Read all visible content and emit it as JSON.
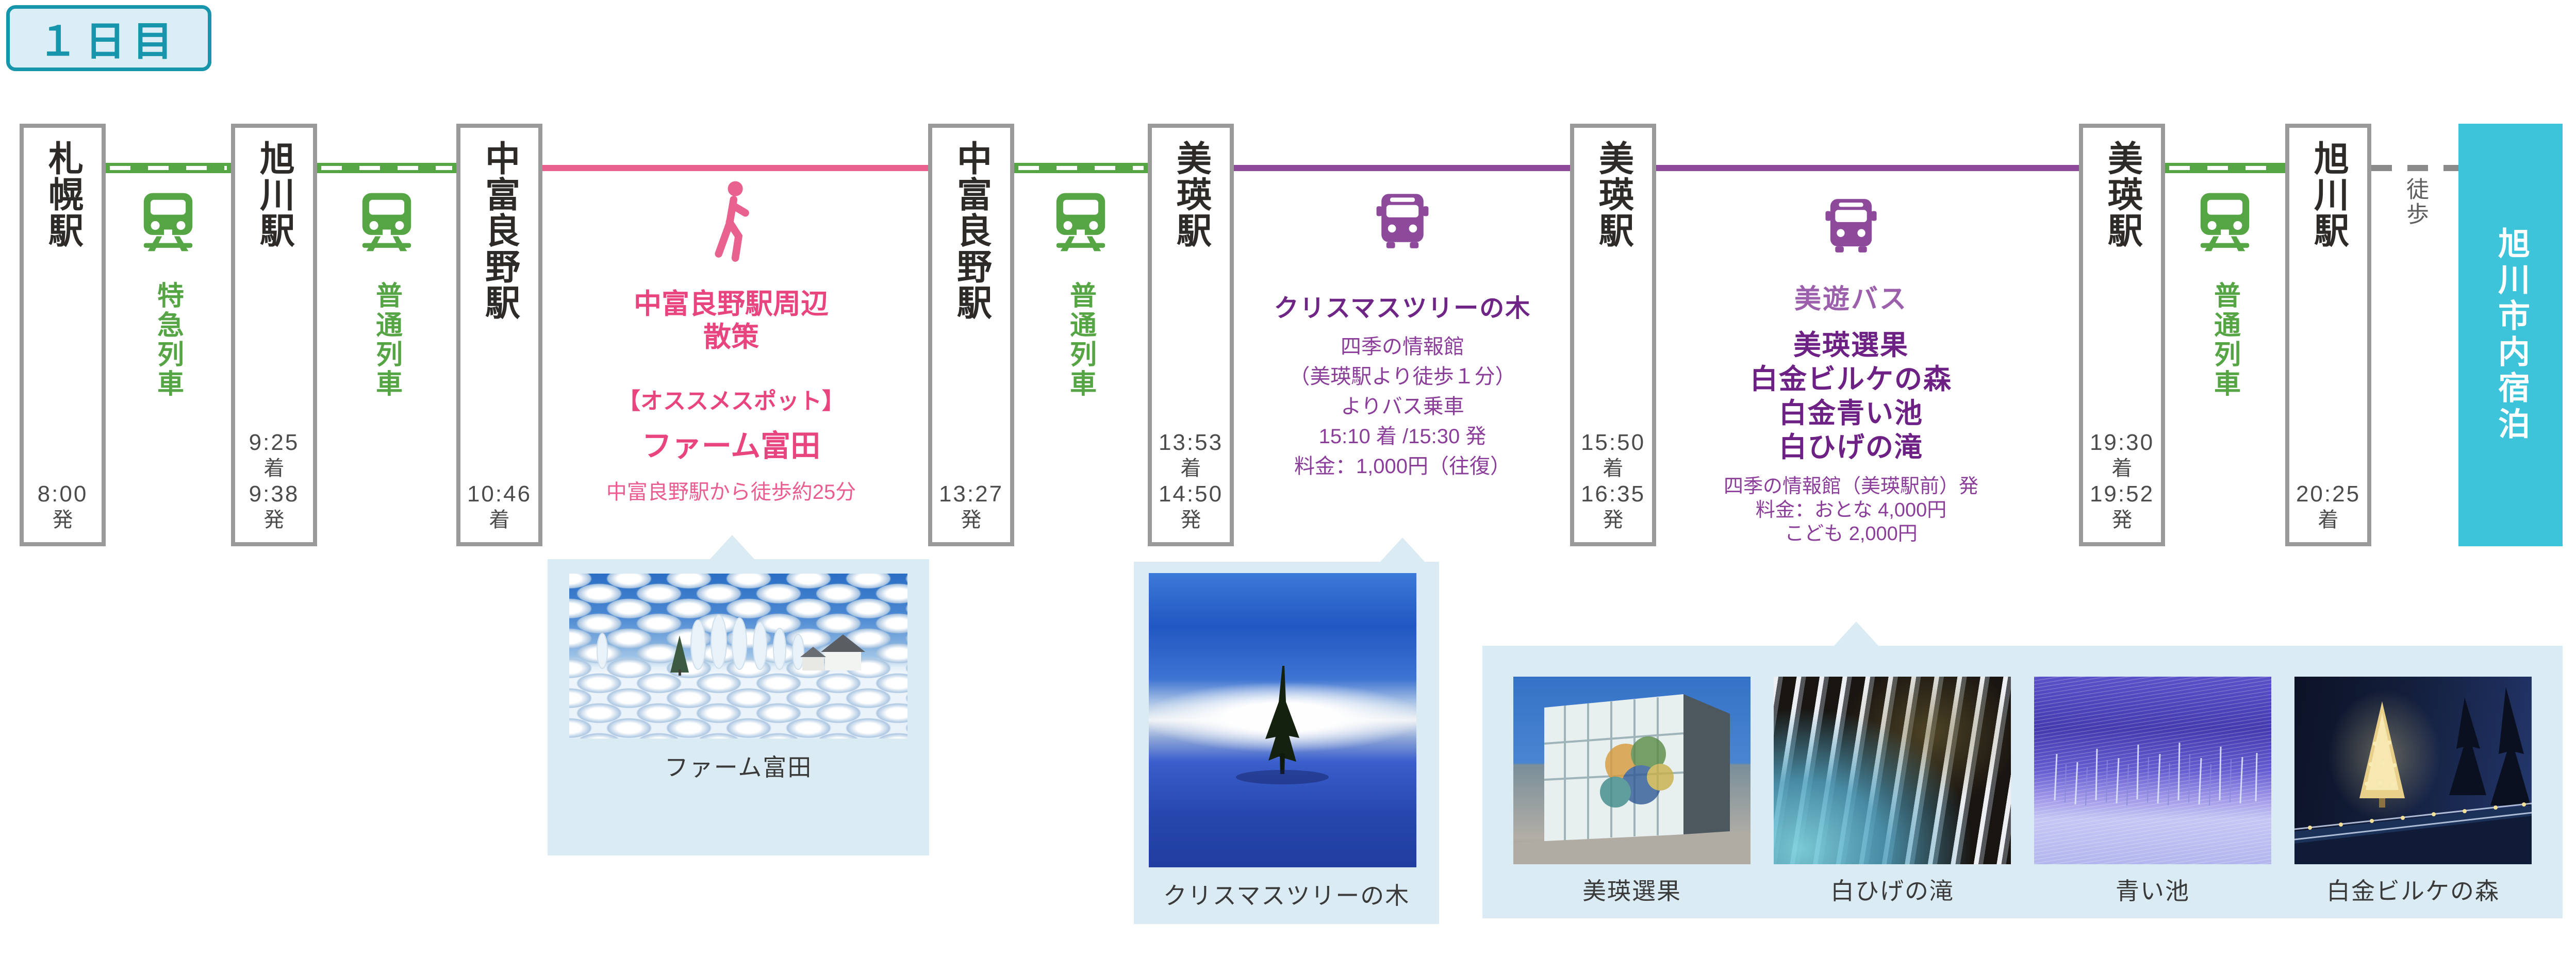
{
  "badge": {
    "label": "１日目"
  },
  "stations": [
    {
      "name": "札幌駅",
      "t1": "8:00",
      "s1": "発"
    },
    {
      "name": "旭川駅",
      "t1": "9:25",
      "s1": "着",
      "t2": "9:38",
      "s2": "発"
    },
    {
      "name": "中富良野駅",
      "t1": "10:46",
      "s1": "着"
    },
    {
      "name": "中富良野駅",
      "t1": "13:27",
      "s1": "発"
    },
    {
      "name": "美瑛駅",
      "t1": "13:53",
      "s1": "着",
      "t2": "14:50",
      "s2": "発"
    },
    {
      "name": "美瑛駅",
      "t1": "15:50",
      "s1": "着",
      "t2": "16:35",
      "s2": "発"
    },
    {
      "name": "美瑛駅",
      "t1": "19:30",
      "s1": "着",
      "t2": "19:52",
      "s2": "発"
    },
    {
      "name": "旭川駅",
      "t1": "20:25",
      "s1": "着"
    }
  ],
  "lodging": {
    "label": "旭川市内宿泊"
  },
  "rail_segments": [
    {
      "label": "特急列車"
    },
    {
      "label": "普通列車"
    },
    {
      "label": "普通列車"
    },
    {
      "label": "普通列車"
    }
  ],
  "walk_tour": {
    "title_line1": "中富良野駅周辺",
    "title_line2": "散策",
    "reco_header": "【オススメスポット】",
    "spot_name": "ファーム富田",
    "note": "中富良野駅から徒歩約25分"
  },
  "bus_tree": {
    "title": "クリスマスツリーの木",
    "details": [
      "四季の情報館",
      "（美瑛駅より徒歩１分）",
      "よりバス乗車",
      "15:10 着 /15:30 発",
      "料金：1,000円（往復）"
    ]
  },
  "bus_biyu": {
    "name": "美遊バス",
    "stops": [
      "美瑛選果",
      "白金ビルケの森",
      "白金青い池",
      "白ひげの滝"
    ],
    "details": [
      "四季の情報館（美瑛駅前）発",
      "料金：おとな 4,000円",
      "こども 2,000円"
    ]
  },
  "final_walk": {
    "label": "徒歩"
  },
  "callouts": {
    "farm": {
      "caption": "ファーム富田"
    },
    "tree": {
      "caption": "クリスマスツリーの木"
    },
    "gallery": [
      {
        "caption": "美瑛選果"
      },
      {
        "caption": "白ひげの滝"
      },
      {
        "caption": "青い池"
      },
      {
        "caption": "白金ビルケの森"
      }
    ]
  },
  "colors": {
    "rail_green": "#56a545",
    "walk_pink": "#e8618f",
    "walk_pink_text": "#e8457f",
    "bus_purple_line": "#8d4a9b",
    "bus_purple_dark": "#6f2585",
    "biyu_stops_purple": "#6d2184",
    "biyu_label_purple": "#9c5fab",
    "lodging_teal": "#3ec4da",
    "badge_teal": "#1795ac",
    "callout_bg": "#daebf3",
    "station_border_gray": "#9a9a9a"
  }
}
